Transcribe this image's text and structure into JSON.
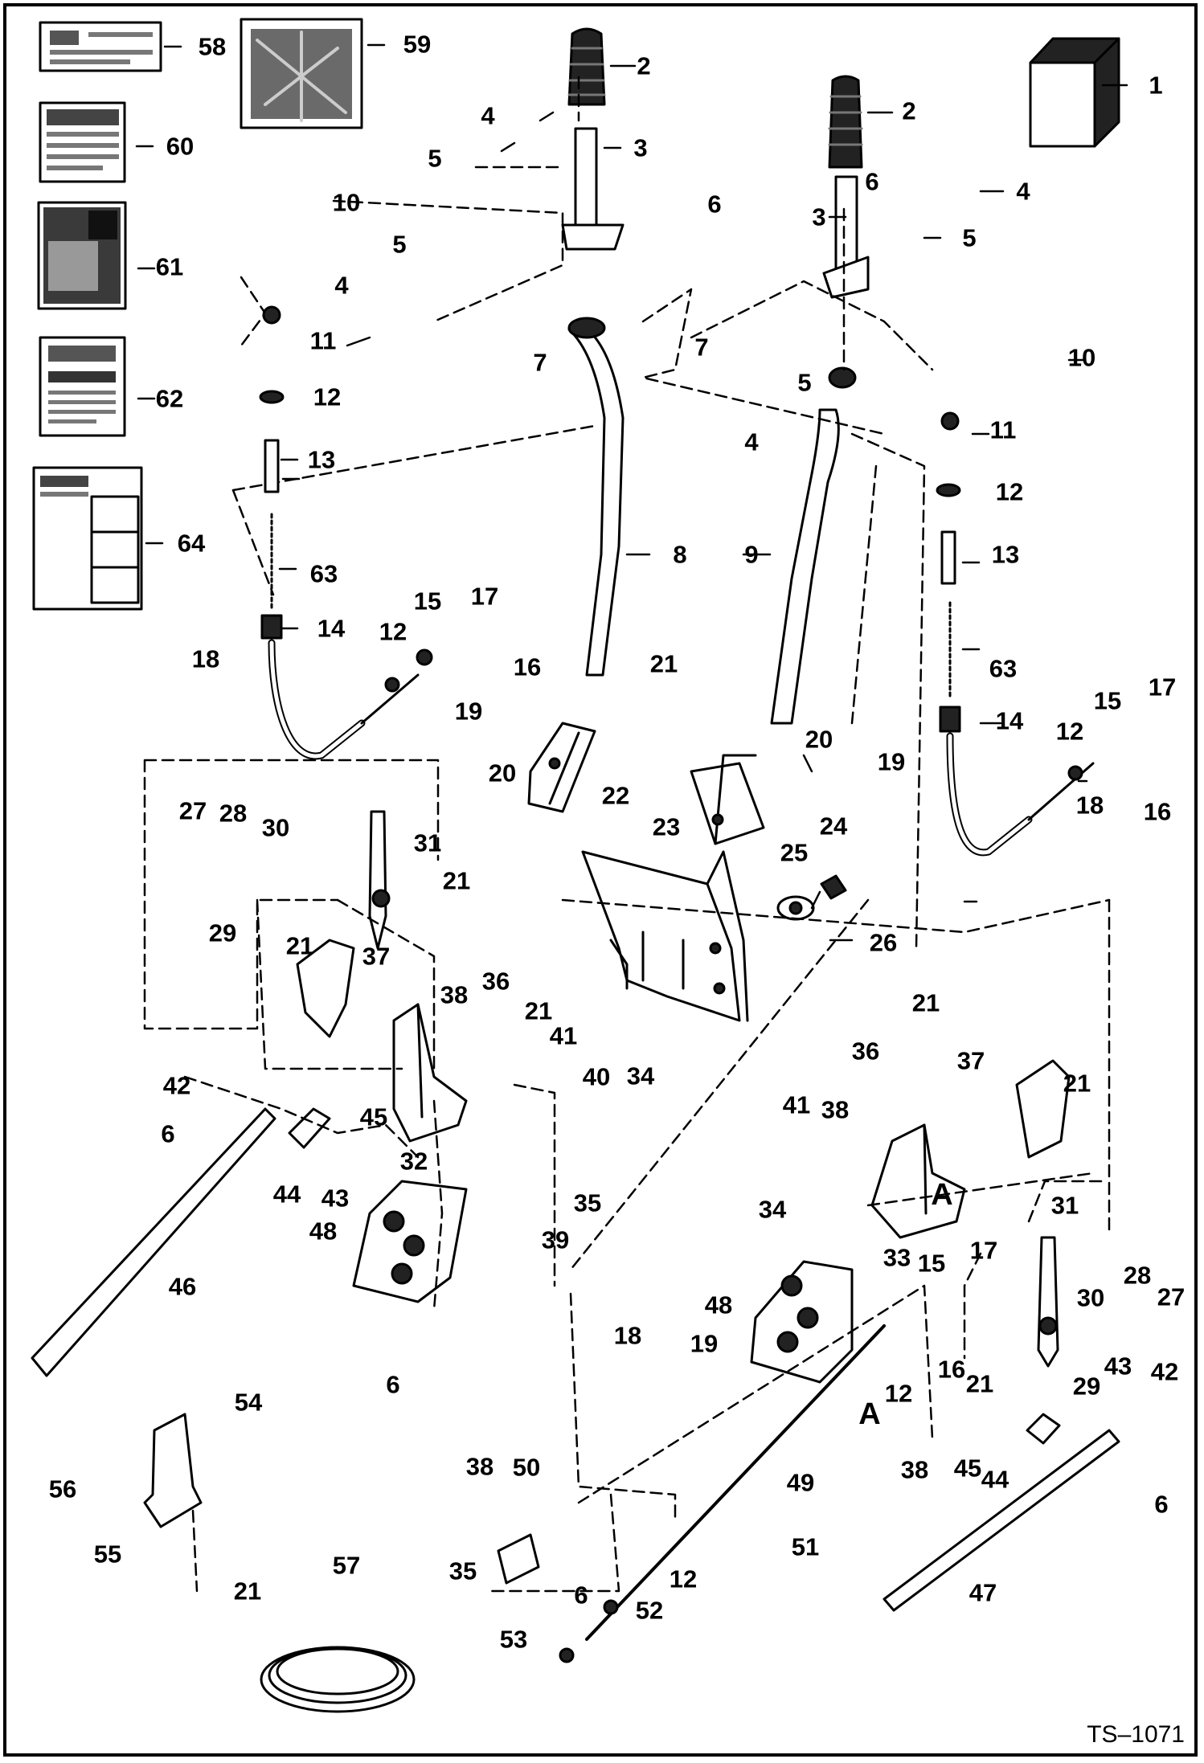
{
  "drawing_id": "TS–1071",
  "callouts": {
    "c1": "1",
    "c2a": "2",
    "c2b": "2",
    "c3a": "3",
    "c3b": "3",
    "c4a": "4",
    "c4b": "4",
    "c4c": "4",
    "c4d": "4",
    "c5a": "5",
    "c5b": "5",
    "c5c": "5",
    "c5d": "5",
    "c6a": "6",
    "c6b": "6",
    "c6c": "6",
    "c6d": "6",
    "c6e": "6",
    "c6f": "6",
    "c7a": "7",
    "c7b": "7",
    "c8": "8",
    "c9": "9",
    "c10a": "10",
    "c10b": "10",
    "c11a": "11",
    "c11b": "11",
    "c12a": "12",
    "c12b": "12",
    "c12c": "12",
    "c12d": "12",
    "c12e": "12",
    "c12f": "12",
    "c13a": "13",
    "c13b": "13",
    "c14a": "14",
    "c14b": "14",
    "c15a": "15",
    "c15b": "15",
    "c15c": "15",
    "c16a": "16",
    "c16b": "16",
    "c16c": "16",
    "c17a": "17",
    "c17b": "17",
    "c17c": "17",
    "c18a": "18",
    "c18b": "18",
    "c18c": "18",
    "c19a": "19",
    "c19b": "19",
    "c19c": "19",
    "c20a": "20",
    "c20b": "20",
    "c21a": "21",
    "c21b": "21",
    "c21c": "21",
    "c21d": "21",
    "c21e": "21",
    "c21f": "21",
    "c21g": "21",
    "c21h": "21",
    "c22": "22",
    "c23": "23",
    "c24": "24",
    "c25": "25",
    "c26": "26",
    "c27a": "27",
    "c27b": "27",
    "c28a": "28",
    "c28b": "28",
    "c29a": "29",
    "c29b": "29",
    "c30a": "30",
    "c30b": "30",
    "c31a": "31",
    "c31b": "31",
    "c32": "32",
    "c33": "33",
    "c34a": "34",
    "c34b": "34",
    "c35a": "35",
    "c35b": "35",
    "c36a": "36",
    "c36b": "36",
    "c37a": "37",
    "c37b": "37",
    "c38a": "38",
    "c38b": "38",
    "c38c": "38",
    "c38d": "38",
    "c39": "39",
    "c40": "40",
    "c41a": "41",
    "c41b": "41",
    "c42a": "42",
    "c42b": "42",
    "c43a": "43",
    "c43b": "43",
    "c44a": "44",
    "c44b": "44",
    "c45a": "45",
    "c45b": "45",
    "c46": "46",
    "c47": "47",
    "c48a": "48",
    "c48b": "48",
    "c49": "49",
    "c50": "50",
    "c51": "51",
    "c52": "52",
    "c53": "53",
    "c54": "54",
    "c55": "55",
    "c56": "56",
    "c57": "57",
    "c58": "58",
    "c59": "59",
    "c60": "60",
    "c61": "61",
    "c62": "62",
    "c63a": "63",
    "c63b": "63",
    "c64": "64",
    "cA1": "A",
    "cA2": "A"
  }
}
